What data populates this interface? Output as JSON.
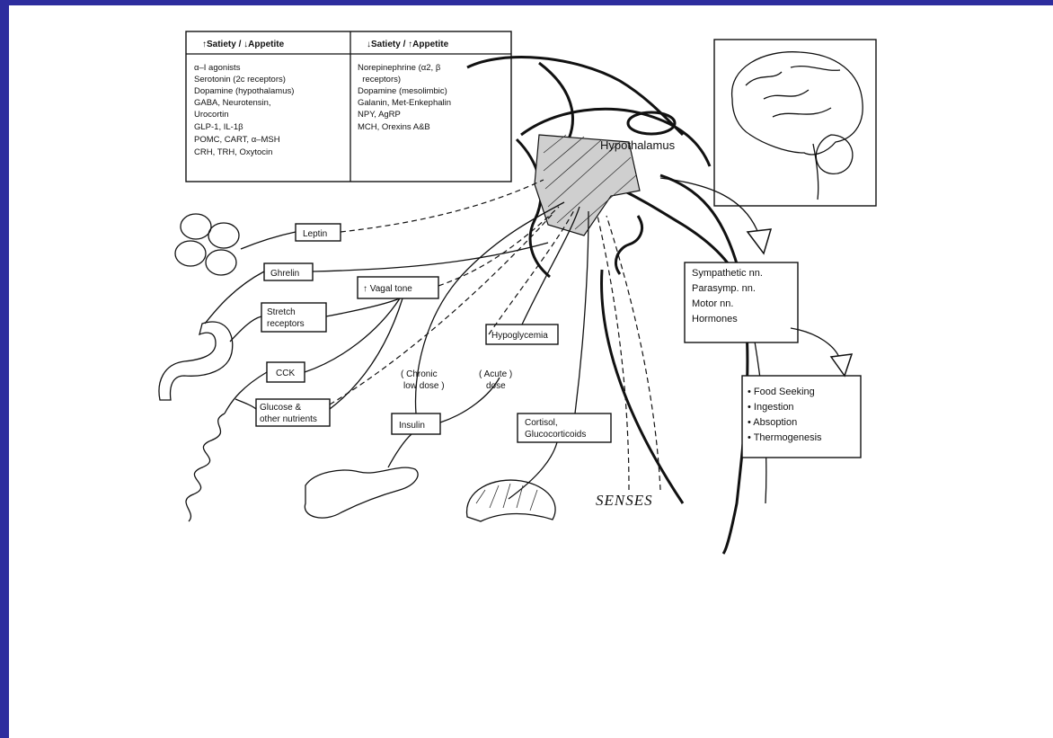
{
  "colors": {
    "frame": "#2d2d9e",
    "ink": "#111111",
    "paper": "#ffffff"
  },
  "table": {
    "left": {
      "header_arrow_1": "↑",
      "header_text_1": "Satiety /",
      "header_arrow_2": "↓",
      "header_text_2": "Appetite",
      "items": [
        "α–I agonists",
        "Serotonin (2c receptors)",
        "Dopamine (hypothalamus)",
        "GABA, Neurotensin,",
        "Urocortin",
        "GLP-1, IL-1β",
        "POMC, CART, α–MSH",
        "CRH, TRH, Oxytocin"
      ]
    },
    "right": {
      "header_arrow_1": "↓",
      "header_text_1": "Satiety /",
      "header_arrow_2": "↑",
      "header_text_2": "Appetite",
      "items": [
        "Norepinephrine (α2, β",
        "  receptors)",
        "Dopamine (mesolimbic)",
        "Galanin, Met-Enkephalin",
        "NPY, AgRP",
        "MCH, Orexins A&B"
      ]
    }
  },
  "labels": {
    "hypothalamus": "Hypothalamus",
    "leptin": "Leptin",
    "ghrelin": "Ghrelin",
    "stretch_1": "Stretch",
    "stretch_2": "receptors",
    "vagal_arrow": "↑",
    "vagal": "Vagal tone",
    "cck": "CCK",
    "glucose_1": "Glucose &",
    "glucose_2": "other nutrients",
    "hypoglycemia": "Hypoglycemia",
    "chronic_1": "Chronic",
    "chronic_2": "low dose",
    "acute_1": "Acute",
    "acute_2": "dose",
    "insulin": "Insulin",
    "cortisol_1": "Cortisol,",
    "cortisol_2": "Glucocorticoids",
    "senses": "SENSES"
  },
  "outputs": {
    "effectors": [
      "Sympathetic nn.",
      "Parasymp. nn.",
      "Motor nn.",
      "Hormones"
    ],
    "behaviors": [
      "• Food Seeking",
      "• Ingestion",
      "• Absoption",
      "• Thermogenesis"
    ]
  }
}
